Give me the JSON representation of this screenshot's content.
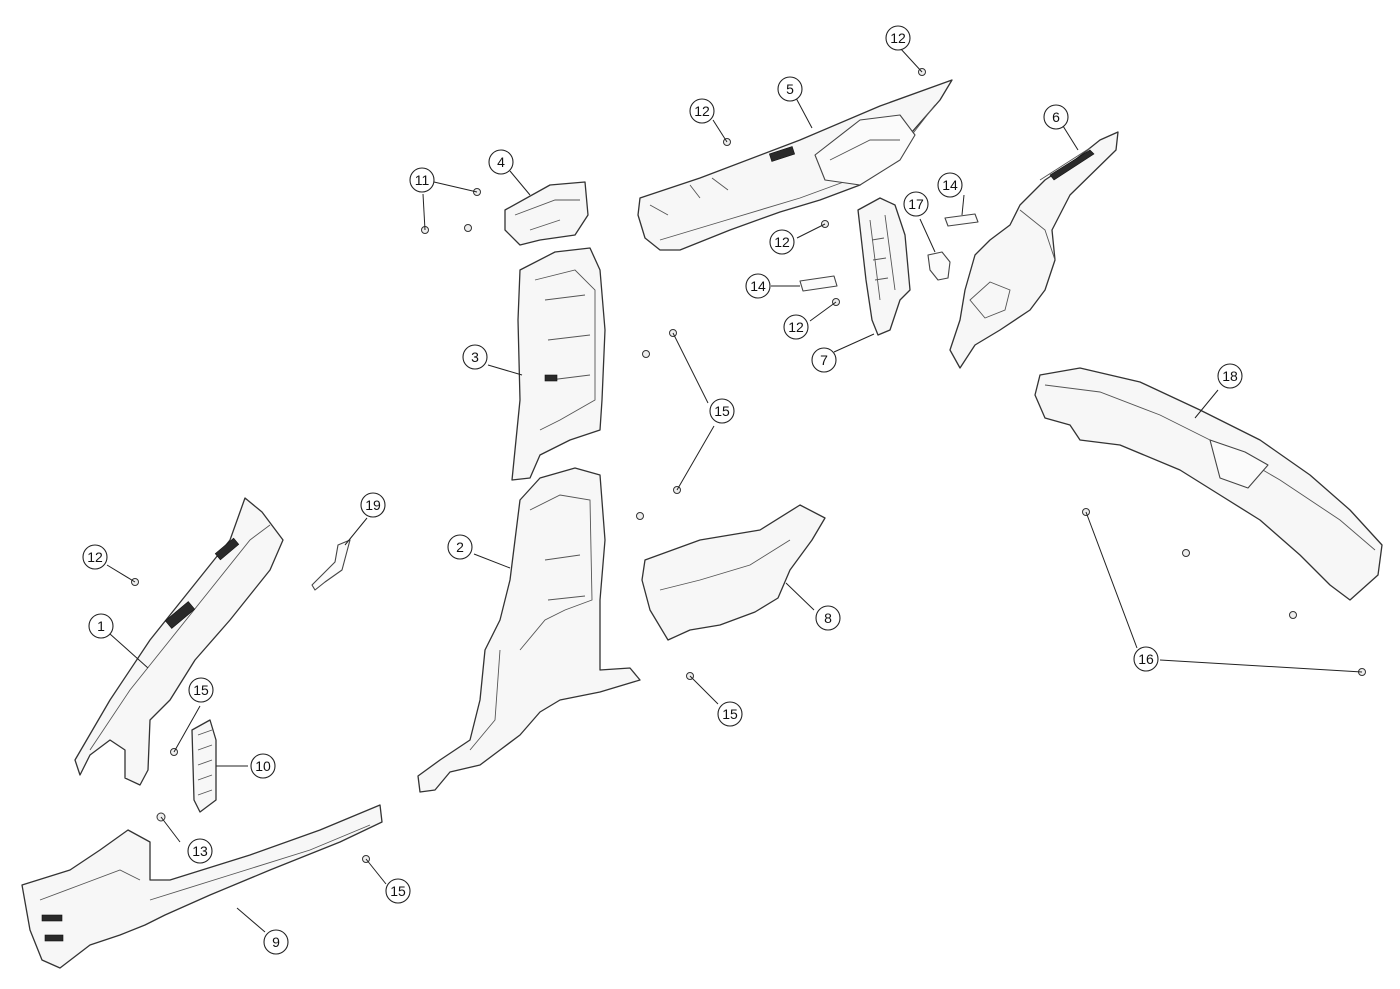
{
  "callouts": [
    {
      "id": "c-1",
      "label": "1"
    },
    {
      "id": "c-2",
      "label": "2"
    },
    {
      "id": "c-3",
      "label": "3"
    },
    {
      "id": "c-4",
      "label": "4"
    },
    {
      "id": "c-5",
      "label": "5"
    },
    {
      "id": "c-6",
      "label": "6"
    },
    {
      "id": "c-7",
      "label": "7"
    },
    {
      "id": "c-8",
      "label": "8"
    },
    {
      "id": "c-9",
      "label": "9"
    },
    {
      "id": "c-10",
      "label": "10"
    },
    {
      "id": "c-11",
      "label": "11"
    },
    {
      "id": "c-12a",
      "label": "12"
    },
    {
      "id": "c-12b",
      "label": "12"
    },
    {
      "id": "c-12c",
      "label": "12"
    },
    {
      "id": "c-12d",
      "label": "12"
    },
    {
      "id": "c-12e",
      "label": "12"
    },
    {
      "id": "c-13",
      "label": "13"
    },
    {
      "id": "c-14a",
      "label": "14"
    },
    {
      "id": "c-14b",
      "label": "14"
    },
    {
      "id": "c-15a",
      "label": "15"
    },
    {
      "id": "c-15b",
      "label": "15"
    },
    {
      "id": "c-15c",
      "label": "15"
    },
    {
      "id": "c-15d",
      "label": "15"
    },
    {
      "id": "c-16",
      "label": "16"
    },
    {
      "id": "c-17",
      "label": "17"
    },
    {
      "id": "c-18",
      "label": "18"
    },
    {
      "id": "c-19",
      "label": "19"
    }
  ]
}
